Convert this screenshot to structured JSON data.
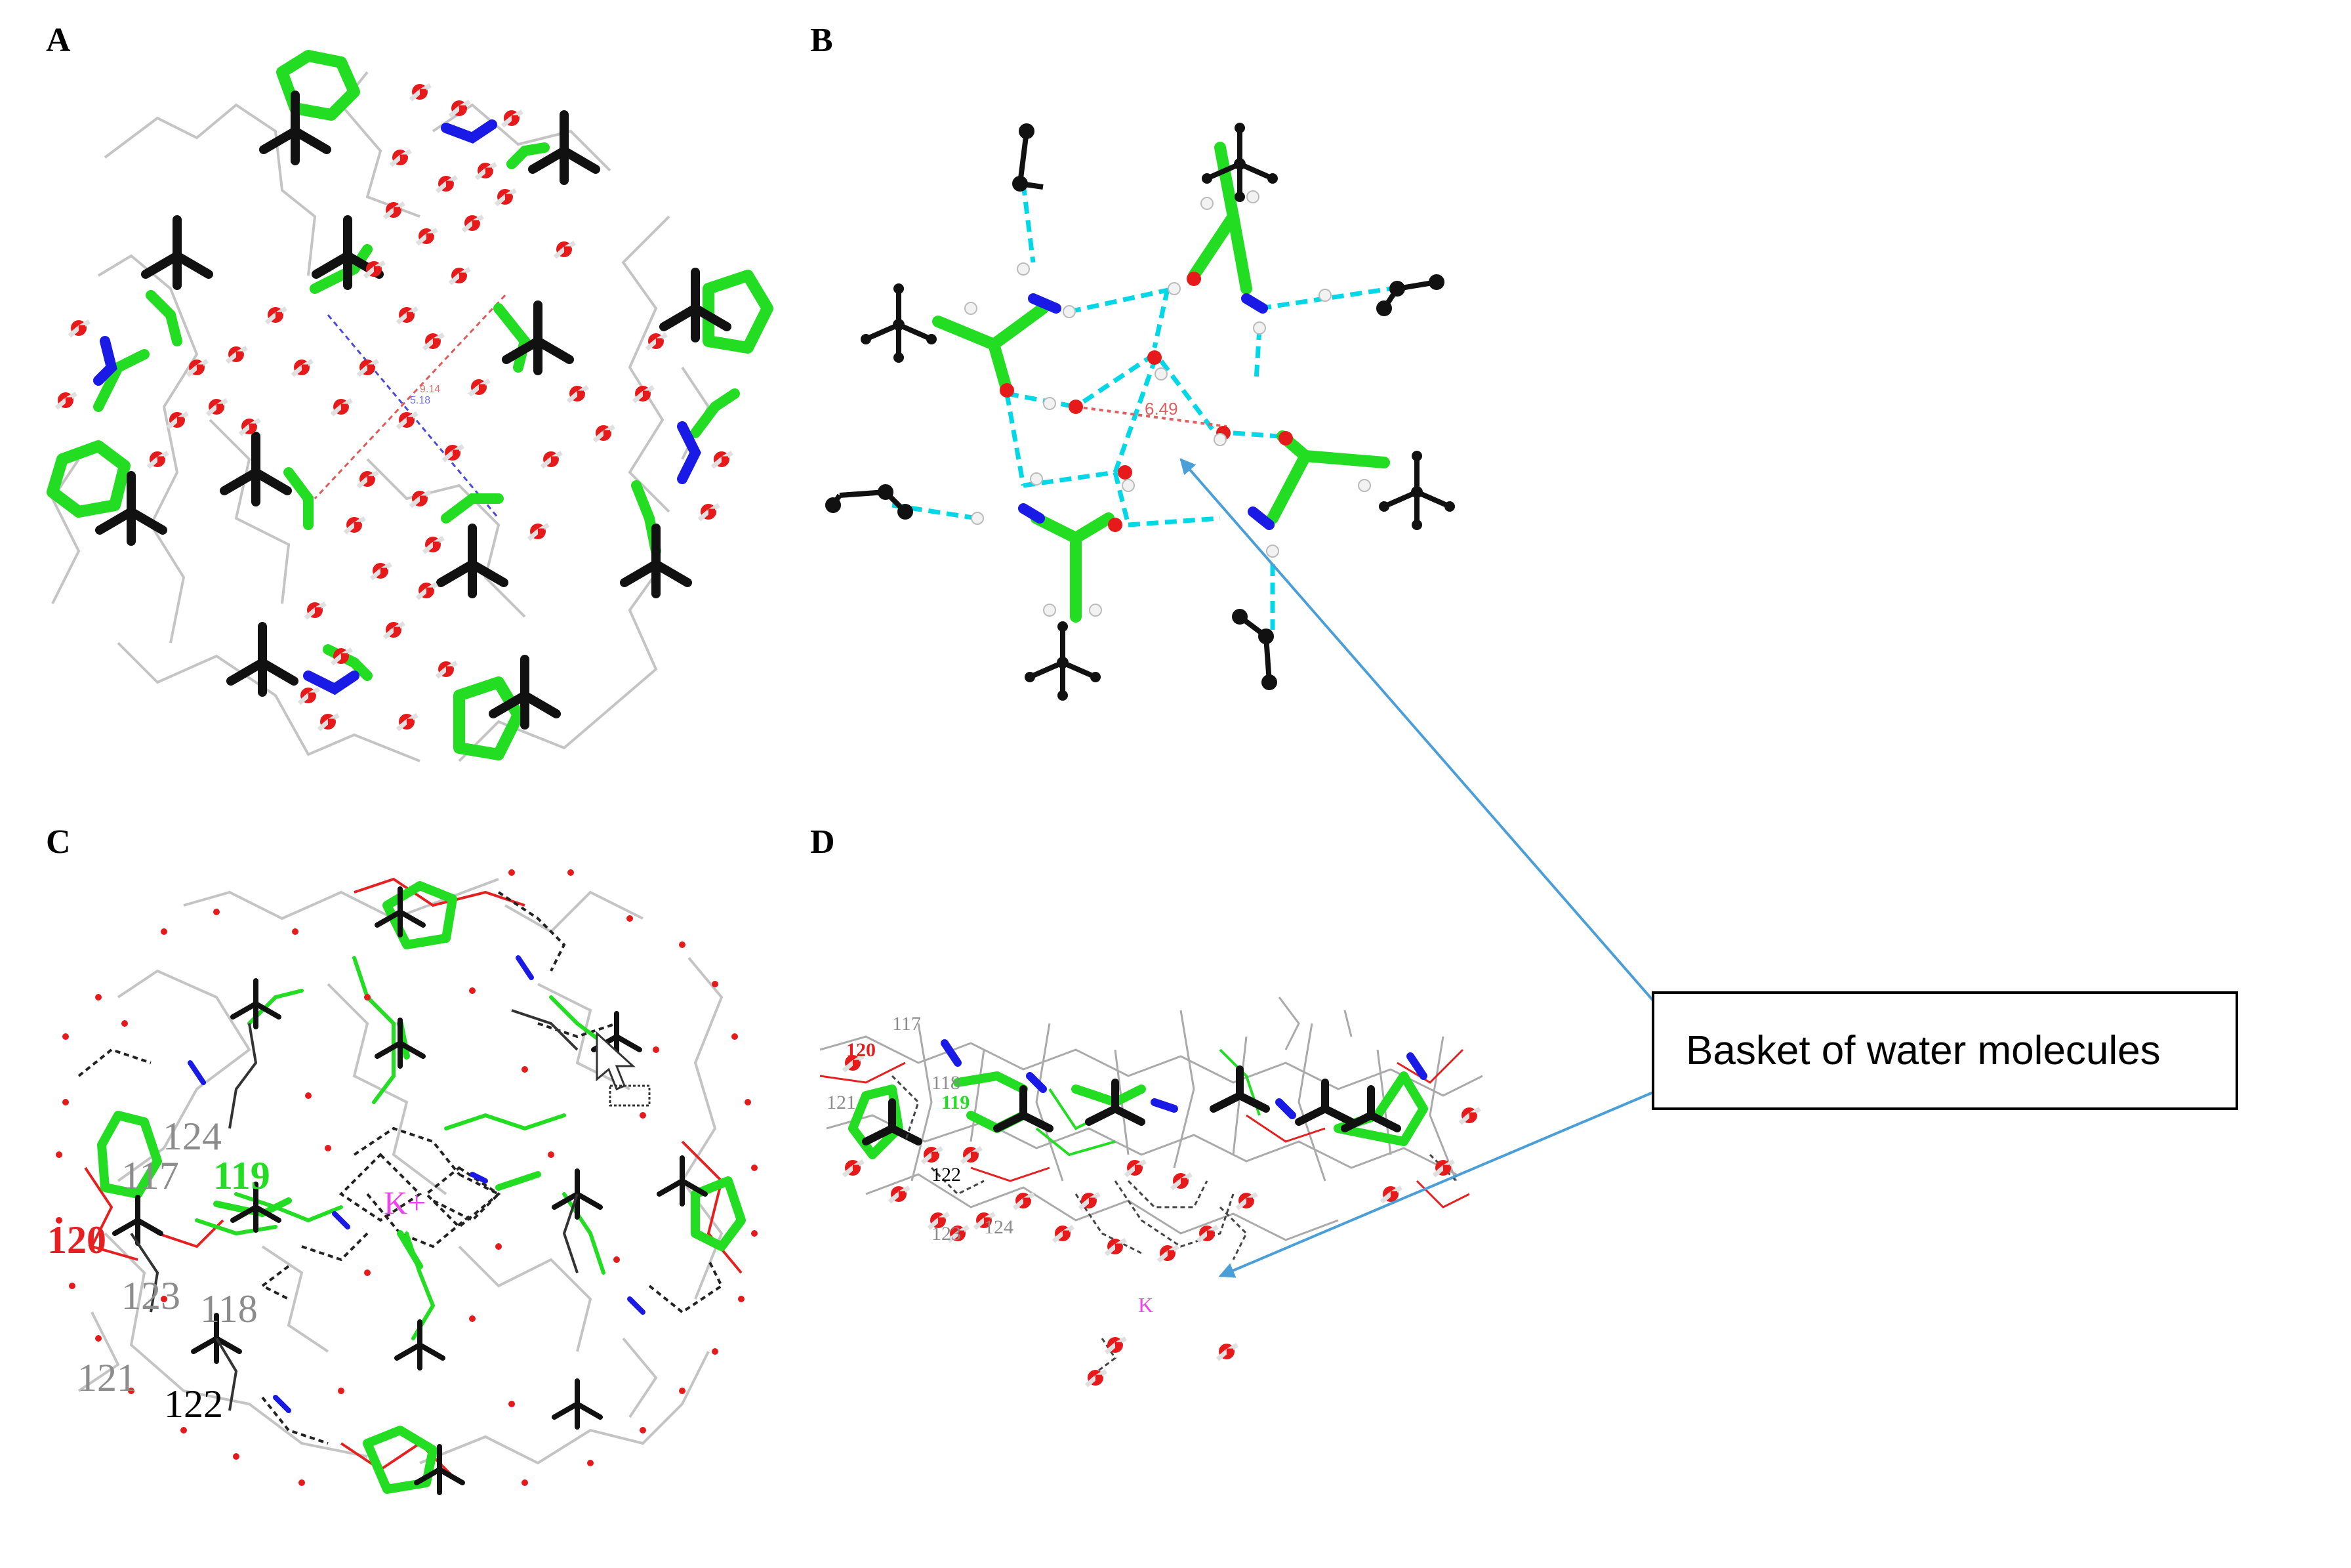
{
  "panels": {
    "a": {
      "label": "A",
      "distances": [
        "5.18",
        "9.14"
      ]
    },
    "b": {
      "label": "B",
      "distance": "6.49"
    },
    "c": {
      "label": "C",
      "ion": "K+",
      "residues": [
        {
          "text": "124",
          "color": "#8c8c8c"
        },
        {
          "text": "117",
          "color": "#8c8c8c"
        },
        {
          "text": "119",
          "color": "#22dd22"
        },
        {
          "text": "120",
          "color": "#e62020"
        },
        {
          "text": "123",
          "color": "#8c8c8c"
        },
        {
          "text": "118",
          "color": "#8c8c8c"
        },
        {
          "text": "121",
          "color": "#8c8c8c"
        },
        {
          "text": "122",
          "color": "#000000"
        }
      ]
    },
    "d": {
      "label": "D",
      "ion": "K",
      "residues": [
        {
          "text": "117",
          "color": "#8c8c8c"
        },
        {
          "text": "120",
          "color": "#e62020"
        },
        {
          "text": "121",
          "color": "#8c8c8c"
        },
        {
          "text": "118",
          "color": "#8c8c8c"
        },
        {
          "text": "119",
          "color": "#22dd22"
        },
        {
          "text": "122",
          "color": "#000000"
        },
        {
          "text": "123",
          "color": "#8c8c8c"
        },
        {
          "text": "124",
          "color": "#8c8c8c"
        }
      ]
    }
  },
  "callout": {
    "text": "Basket of water molecules"
  },
  "colors": {
    "carbon": "#22dd22",
    "nitrogen": "#1a1ae6",
    "oxygen": "#e61a1a",
    "hydrogen": "#f0f0f0",
    "methyl": "#111111",
    "hbond": "#00d8e8",
    "arrow": "#4a9fd8",
    "backbone": "#b8b8b8",
    "potassium": "#ee44ee"
  }
}
